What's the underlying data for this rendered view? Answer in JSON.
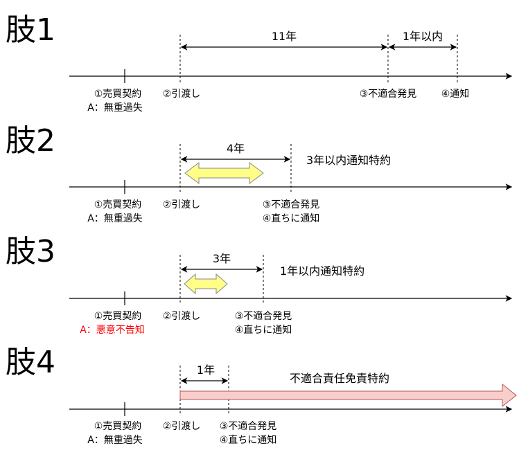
{
  "colors": {
    "yellow_arrow": "#FFFF88",
    "pink_arrow": "#F8CECC",
    "pink_stroke": "#B85450",
    "red_text": "#FF0000"
  },
  "panels": [
    {
      "title": "肢1",
      "span1": "11年",
      "span2": "1年以内",
      "labels": {
        "contract": "①売買契約",
        "a_state": "A：無重過失",
        "delivery": "②引渡し",
        "discovery": "③不適合発見",
        "notice": "④通知"
      }
    },
    {
      "title": "肢2",
      "span1": "4年",
      "clause": "3年以内通知特約",
      "labels": {
        "contract": "①売買契約",
        "a_state": "A：無重過失",
        "delivery": "②引渡し",
        "discovery": "③不適合発見",
        "notice": "④直ちに通知"
      }
    },
    {
      "title": "肢3",
      "span1": "3年",
      "clause": "1年以内通知特約",
      "labels": {
        "contract": "①売買契約",
        "a_state": "A：悪意不告知",
        "delivery": "②引渡し",
        "discovery": "③不適合発見",
        "notice": "④直ちに通知"
      }
    },
    {
      "title": "肢4",
      "span1": "1年",
      "clause": "不適合責任免責特約",
      "labels": {
        "contract": "①売買契約",
        "a_state": "A：無重過失",
        "delivery": "②引渡し",
        "discovery": "③不適合発見",
        "notice": "④直ちに通知"
      }
    }
  ]
}
